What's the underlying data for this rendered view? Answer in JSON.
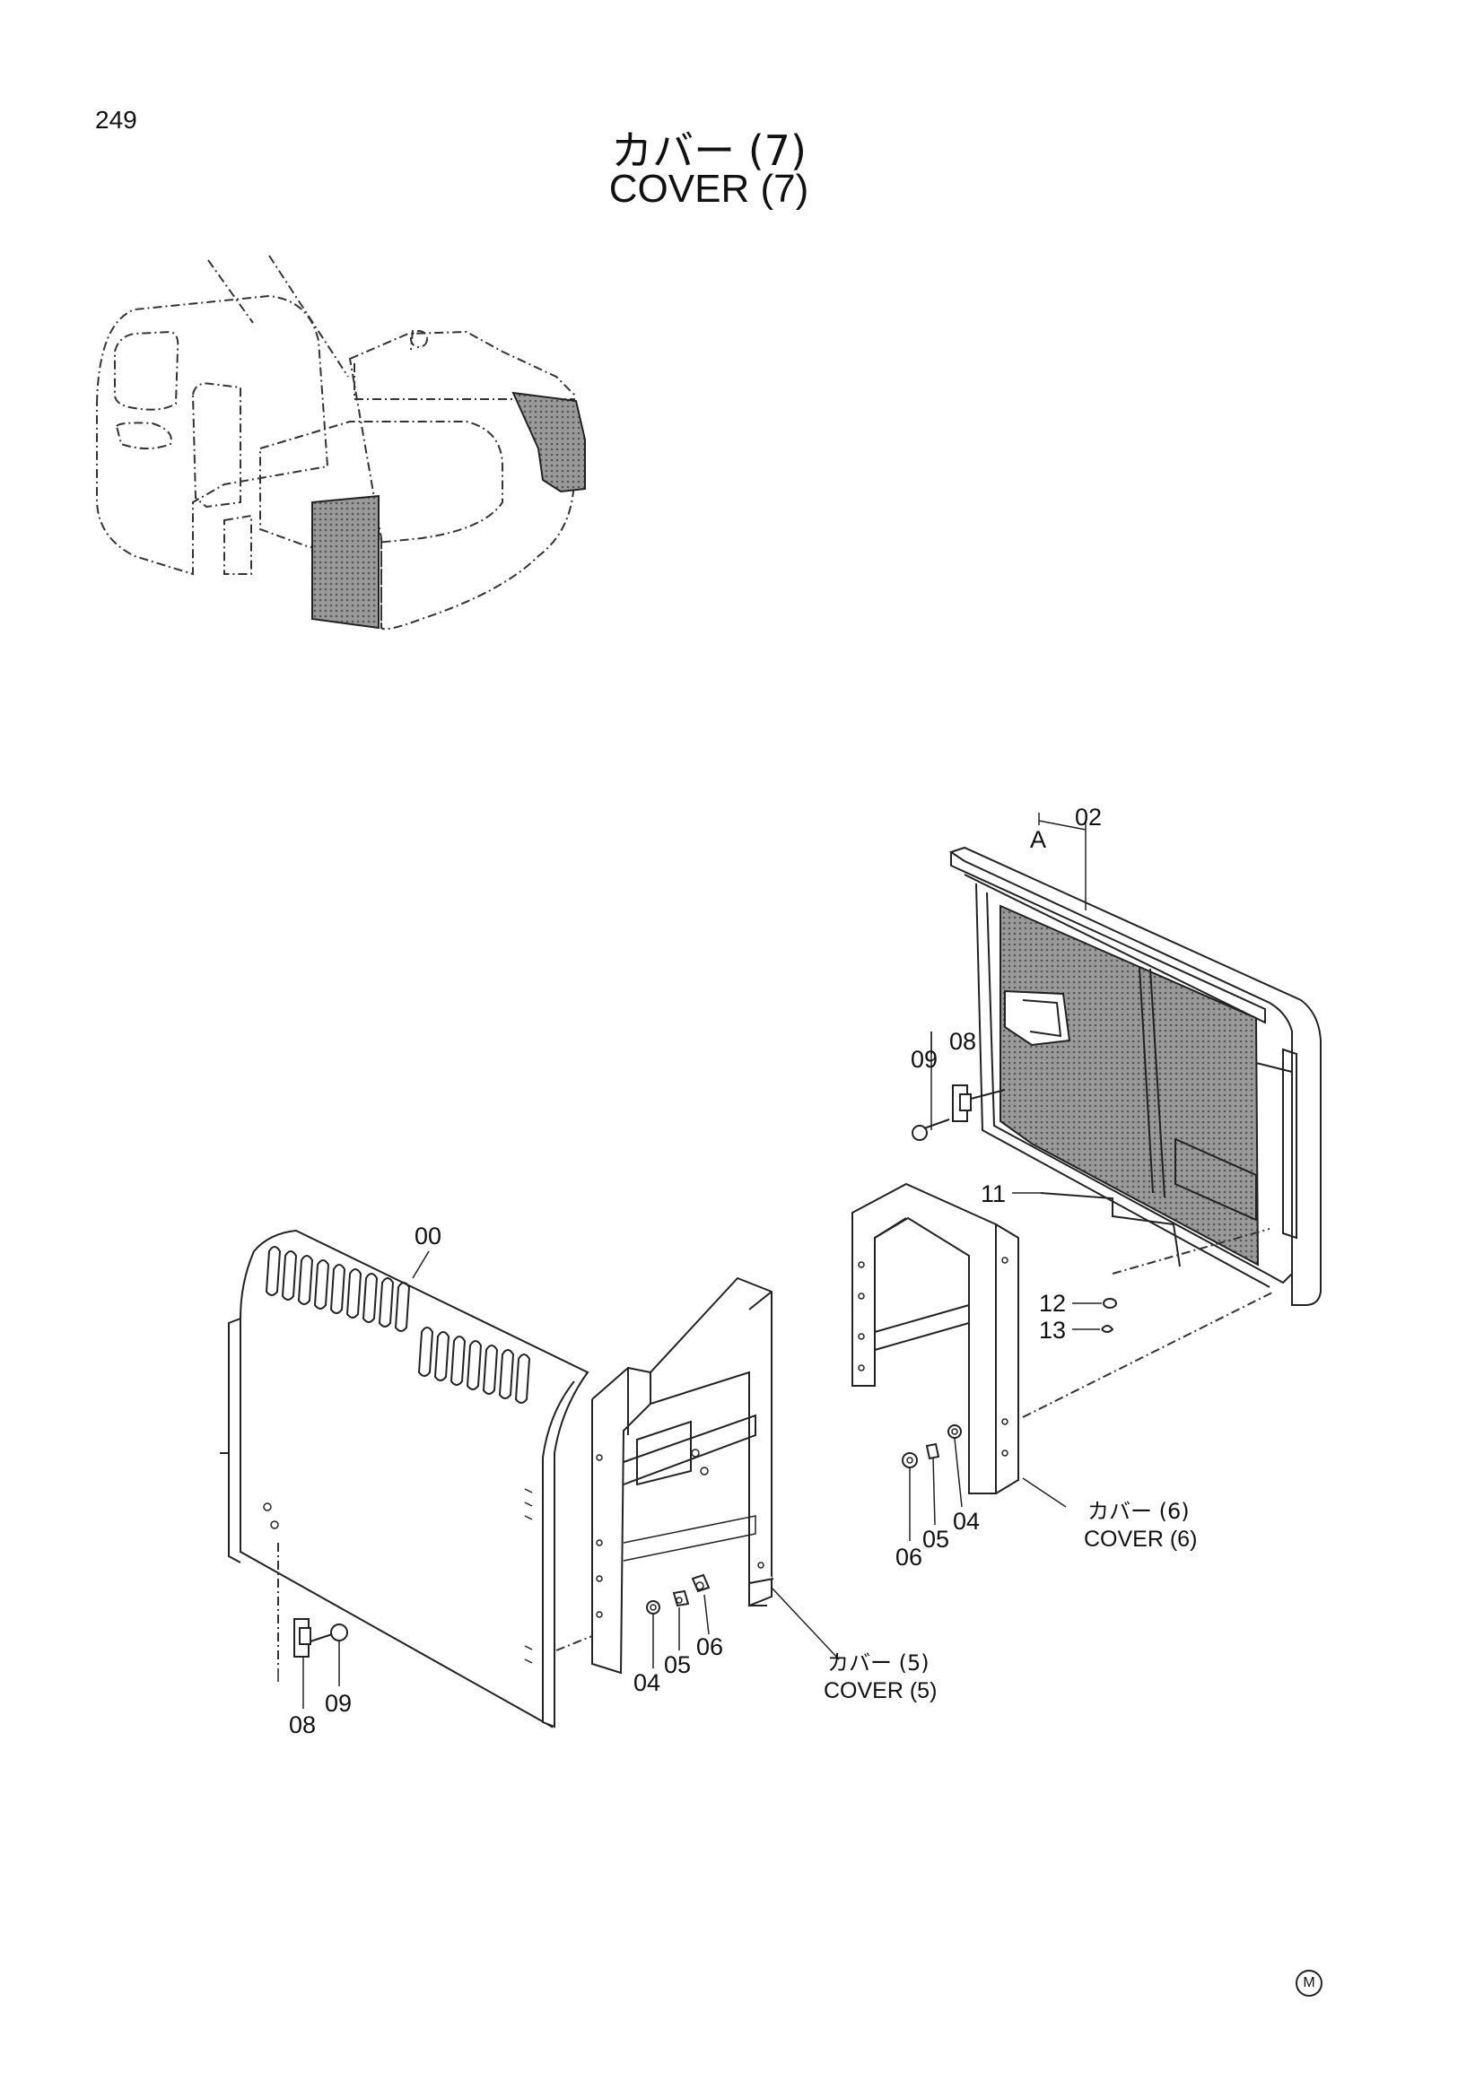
{
  "page": {
    "number": "249"
  },
  "title": {
    "japanese": "カバー (7)",
    "english": "COVER (7)"
  },
  "parts": {
    "p00": "00",
    "p02": "02",
    "detail_a": "A",
    "p04_left": "04",
    "p05_left": "05",
    "p06_left": "06",
    "p04_right": "04",
    "p05_right": "05",
    "p06_right": "06",
    "p08_left": "08",
    "p09_left": "09",
    "p08_right": "08",
    "p09_right": "09",
    "p11": "11",
    "p12": "12",
    "p13": "13"
  },
  "references": {
    "cover5_jp": "カバー (5)",
    "cover5_en": "COVER (5)",
    "cover6_jp": "カバー (6)",
    "cover6_en": "COVER (6)"
  },
  "maker_mark": "M"
}
